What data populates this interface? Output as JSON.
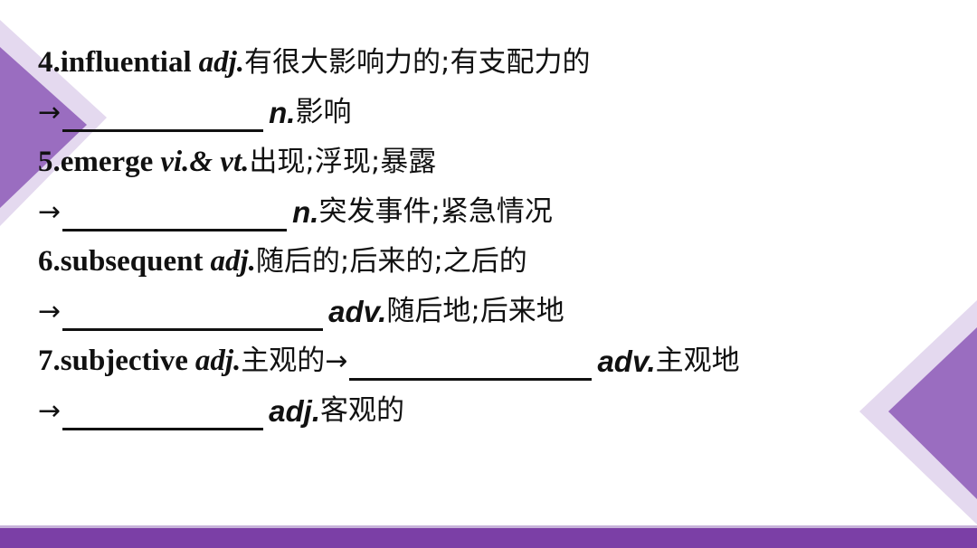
{
  "entries": [
    {
      "word": "4.influential",
      "pos": "adj.",
      "meaning": "有很大影响力的;有支配力的",
      "derivatives": [
        {
          "arrow": "→",
          "pos": "n.",
          "meaning": "影响"
        }
      ]
    },
    {
      "word": "5.emerge",
      "pos": "vi.& vt.",
      "meaning": "出现;浮现;暴露",
      "derivatives": [
        {
          "arrow": "→",
          "pos": "n.",
          "meaning": "突发事件;紧急情况"
        }
      ]
    },
    {
      "word": "6.subsequent",
      "pos": "adj.",
      "meaning": "随后的;后来的;之后的",
      "derivatives": [
        {
          "arrow": "→",
          "pos": "adv.",
          "meaning": "随后地;后来地"
        }
      ]
    },
    {
      "word": "7.subjective",
      "pos": "adj.",
      "meaning": "主观的",
      "inline_arrow": "→",
      "inline_pos": "adv.",
      "inline_meaning": "主观地",
      "derivatives": [
        {
          "arrow": "→",
          "pos": "adj.",
          "meaning": "客观的"
        }
      ]
    }
  ],
  "colors": {
    "accent_purple": "#7b3fa6",
    "light_purple": "#b79bd0",
    "pale_purple": "#e4d9ef"
  }
}
